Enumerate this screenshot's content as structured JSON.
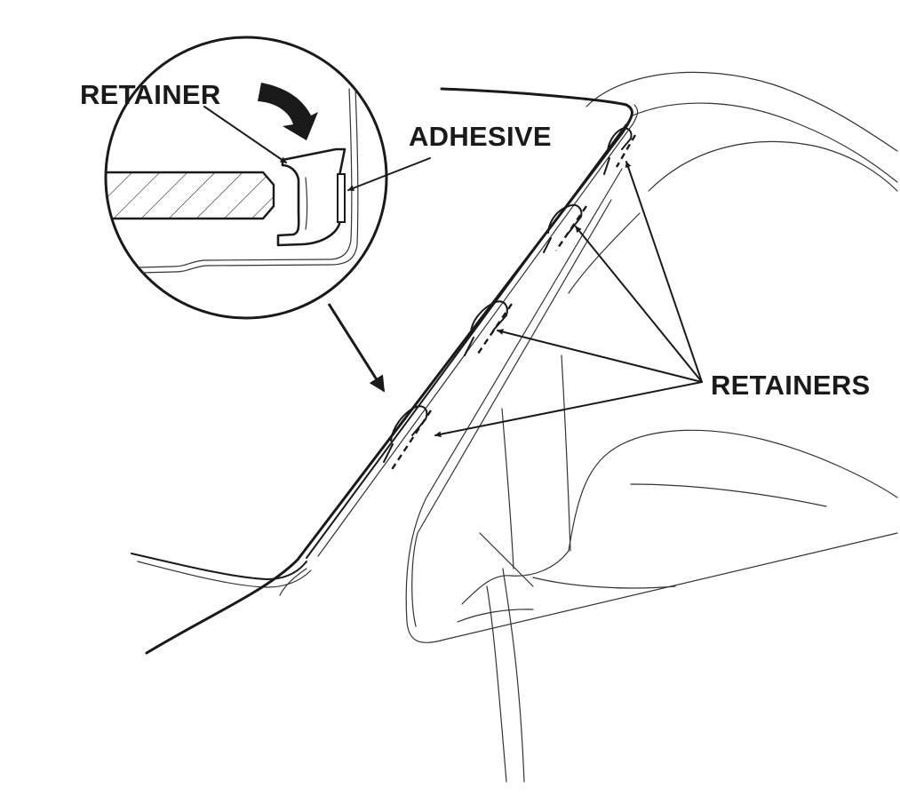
{
  "labels": {
    "retainer": "RETAINER",
    "adhesive": "ADHESIVE",
    "retainers": "RETAINERS"
  },
  "colors": {
    "ink": "#1a1a1a",
    "background": "#ffffff"
  },
  "icons": {
    "press_direction": "curved-arrow-icon"
  }
}
